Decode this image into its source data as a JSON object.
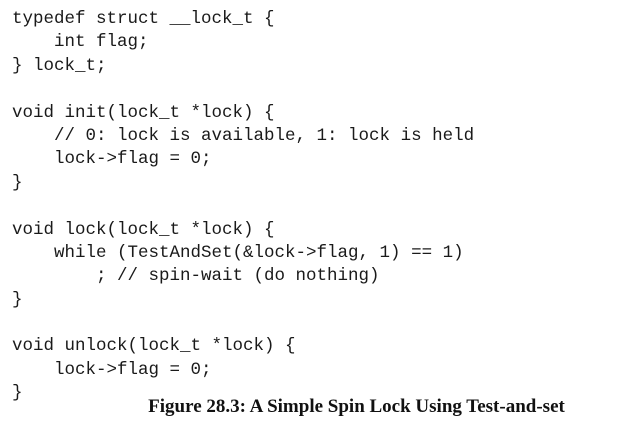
{
  "code_lines": [
    "typedef struct __lock_t {",
    "    int flag;",
    "} lock_t;",
    "",
    "void init(lock_t *lock) {",
    "    // 0: lock is available, 1: lock is held",
    "    lock->flag = 0;",
    "}",
    "",
    "void lock(lock_t *lock) {",
    "    while (TestAndSet(&lock->flag, 1) == 1)",
    "        ; // spin-wait (do nothing)",
    "}",
    "",
    "void unlock(lock_t *lock) {",
    "    lock->flag = 0;",
    "}"
  ],
  "caption": "Figure 28.3: A Simple Spin Lock Using Test-and-set"
}
